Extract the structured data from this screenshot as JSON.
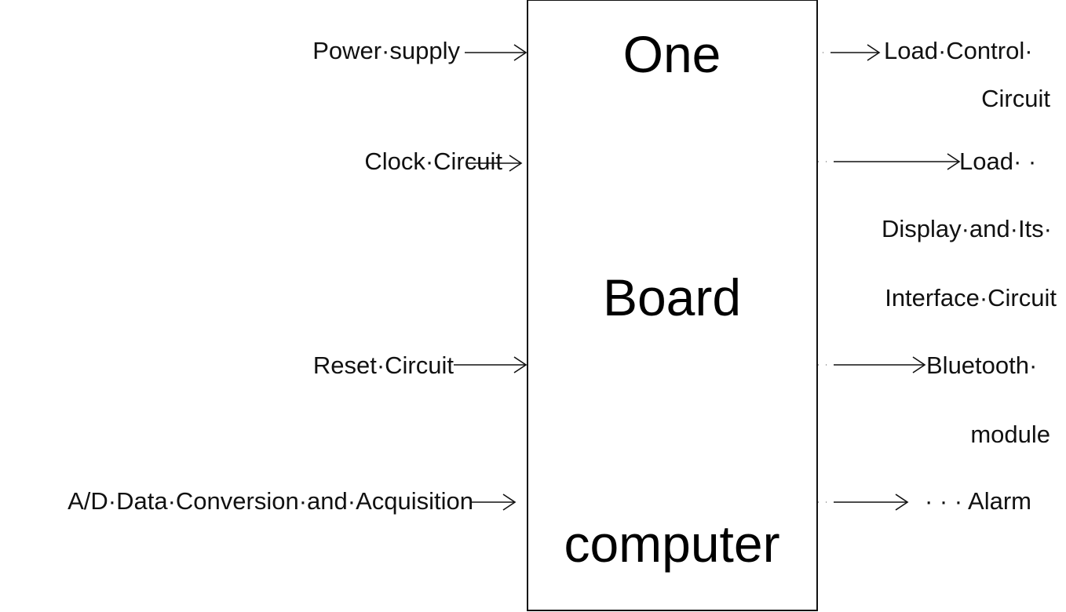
{
  "block": {
    "line1": "One",
    "line2": "Board",
    "line3": "computer"
  },
  "inputs": [
    {
      "label": "Power·supply"
    },
    {
      "label": "Clock·Circuit"
    },
    {
      "label": "Reset·Circuit"
    },
    {
      "label": "A/D·Data·Conversion·and·Acquisition"
    }
  ],
  "outputs": [
    {
      "lines": [
        "Load·Control·",
        "Circuit"
      ]
    },
    {
      "lines": [
        "Load·  ·",
        "Display·and·Its·",
        "Interface·Circuit"
      ]
    },
    {
      "lines": [
        "Bluetooth·",
        "module"
      ]
    },
    {
      "lines": [
        "· · ·  Alarm"
      ]
    }
  ]
}
